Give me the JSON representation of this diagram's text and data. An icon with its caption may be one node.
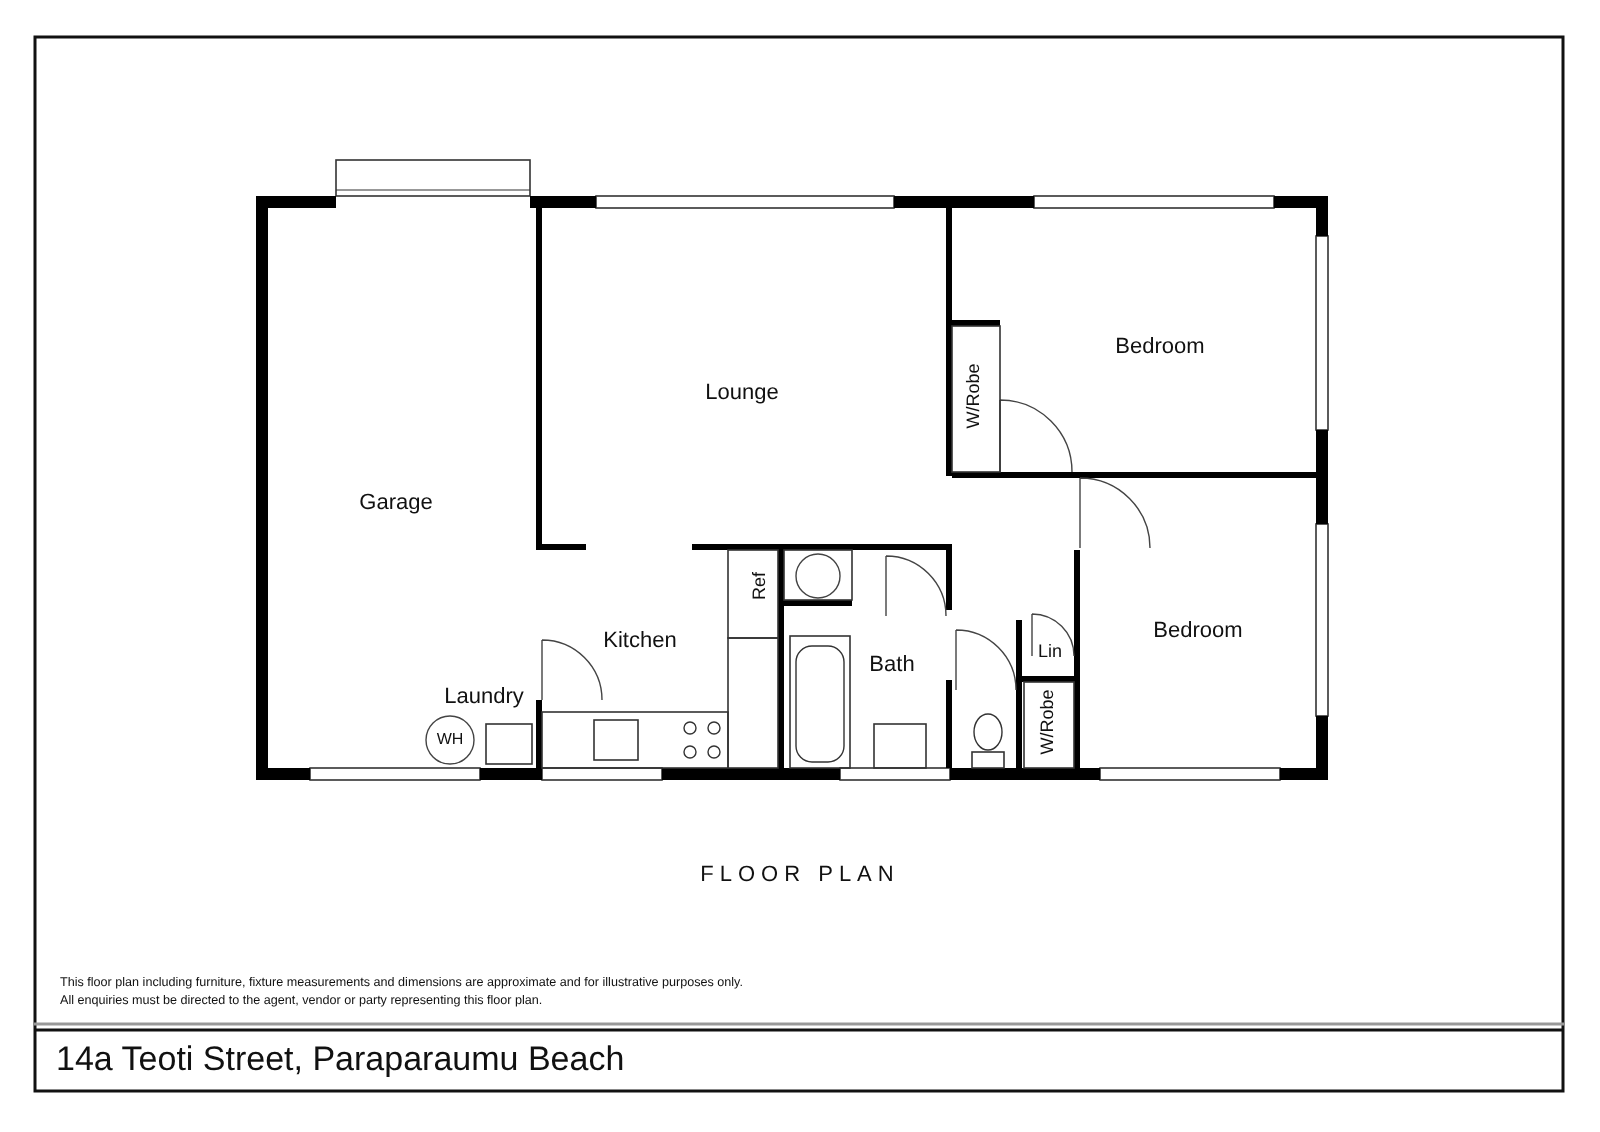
{
  "diagram": {
    "title": "14a Teoti Street, Paraparaumu Beach",
    "caption": "FLOOR PLAN",
    "labels": [
      "Bedroom",
      "Lounge",
      "W/Robe",
      "Garage",
      "Ref",
      "Bedroom",
      "Kitchen",
      "Lin",
      "Bath",
      "Laundry",
      "WH",
      "W/Robe",
      "This floor plan including furniture, fixture measurements and dimensions are approximate and for illustrative purposes only.",
      "All enquiries must be directed to the agent, vendor or party representing this floor plan."
    ]
  }
}
